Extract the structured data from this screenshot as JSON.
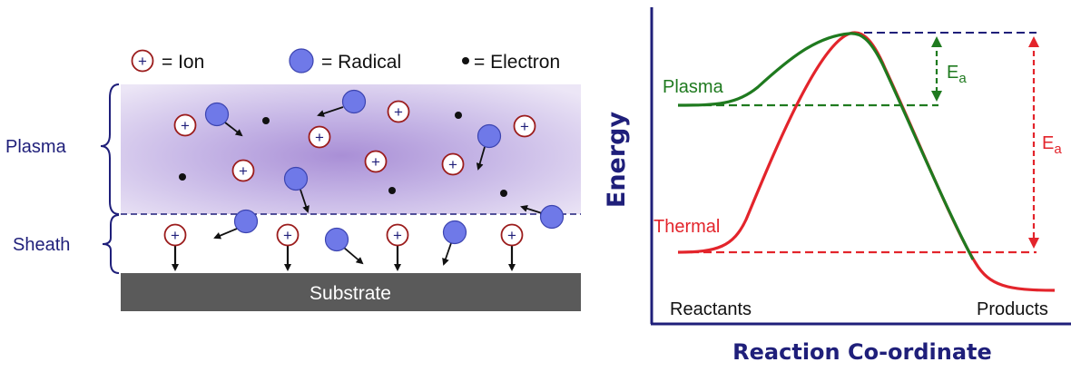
{
  "legend": {
    "ion_label": "= Ion",
    "radical_label": "= Radical",
    "electron_label": "= Electron",
    "ion_symbol": "+"
  },
  "left": {
    "plasma_label": "Plasma",
    "sheath_label": "Sheath",
    "substrate_label": "Substrate"
  },
  "right": {
    "y_axis_title": "Energy",
    "x_axis_title": "Reaction Co-ordinate",
    "plasma_curve_label": "Plasma",
    "thermal_curve_label": "Thermal",
    "ea_main": "E",
    "ea_sub": "a",
    "reactants_label": "Reactants",
    "products_label": "Products"
  },
  "colors": {
    "navy": "#1f1f7a",
    "ion_ring": "#9b1c1c",
    "radical_fill": "#6f79e8",
    "radical_stroke": "#3c44b0",
    "plasma_bg": "#c9bde6",
    "substrate": "#5a5a5a",
    "green": "#1f7a1f",
    "red": "#e3242b"
  }
}
